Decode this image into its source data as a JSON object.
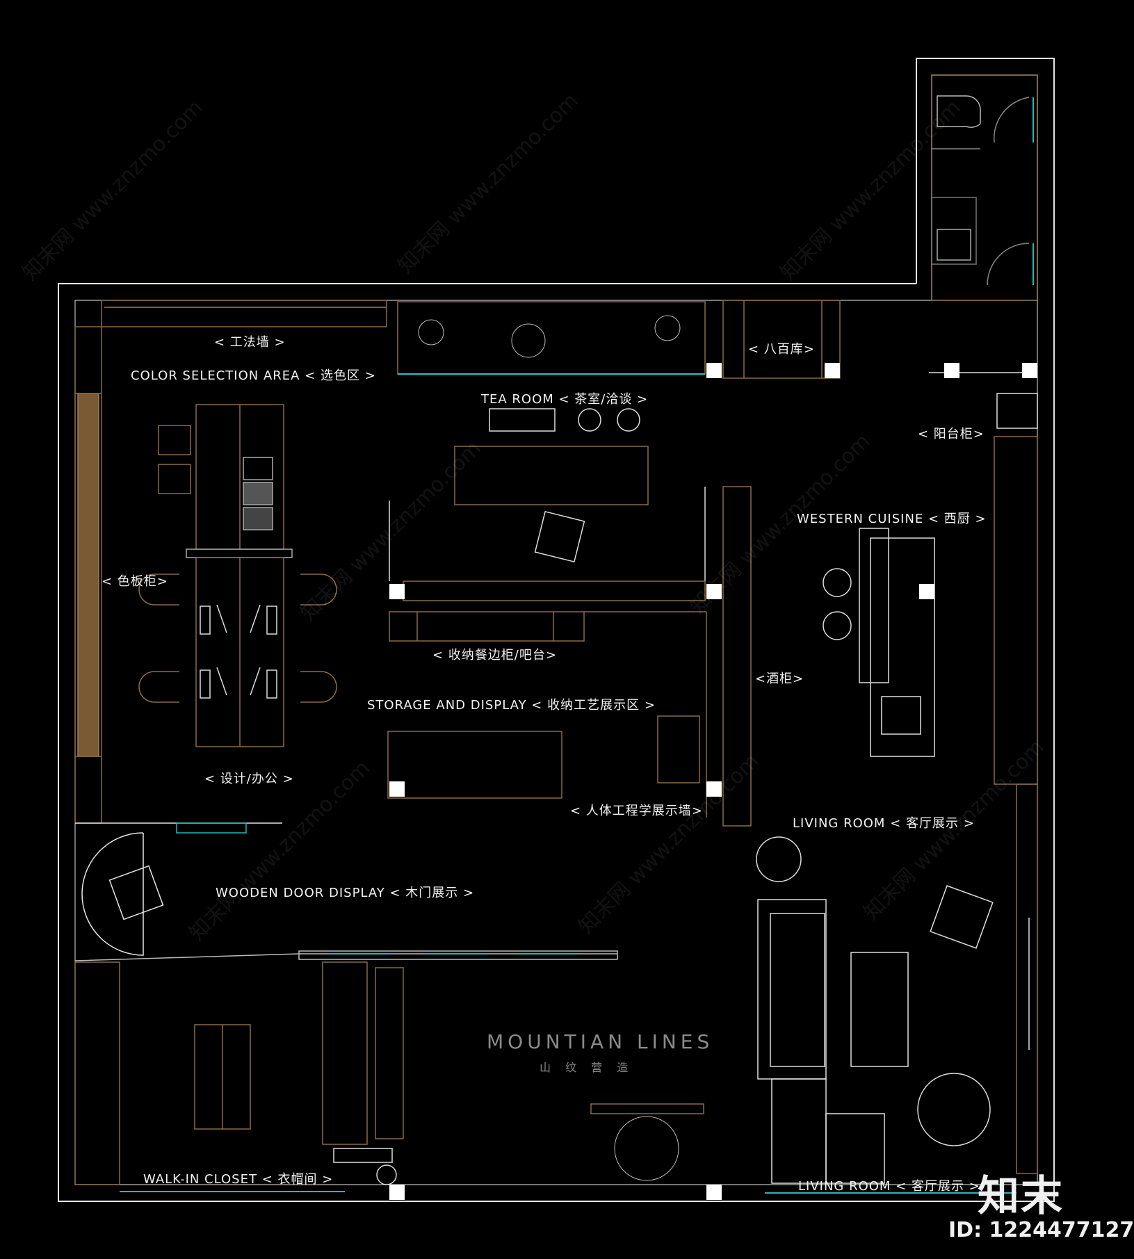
{
  "plan": {
    "labels": {
      "craft_wall": "< 工法墙 >",
      "color_selection": "COLOR SELECTION AREA   < 选色区 >",
      "color_board_cabinet": "< 色板柜>",
      "design_office": "< 设计/办公 >",
      "tea_room": "TEA ROOM < 茶室/洽谈 >",
      "baibai_store": "< 八百库>",
      "balcony_cabinet": "< 阳台柜>",
      "western_cuisine": "WESTERN CUISINE < 西厨 >",
      "storage_sideboard": "< 收纳餐边柜/吧台>",
      "wine_cabinet": "<酒柜>",
      "storage_display": "STORAGE AND DISPLAY < 收纳工艺展示区 >",
      "ergonomic_wall": "< 人体工程学展示墙>",
      "living_room_top": "LIVING ROOM   < 客厅展示 >",
      "wooden_door": "WOODEN DOOR DISPLAY < 木门展示 >",
      "walk_in_closet": "WALK-IN CLOSET   < 衣帽间 >",
      "living_room_bottom": "LIVING ROOM   < 客厅展示 >"
    },
    "brand": {
      "name": "MOUNTIAN LINES",
      "sub": "山   纹   营   造"
    },
    "watermark": {
      "logo": "知末",
      "id": "ID: 1224477127",
      "text": "知末网 www.znzmo.com"
    },
    "colors": {
      "wall": "#e6e6e6",
      "furniture": "#8a6a45",
      "glass": "#2fb3b3",
      "background": "#000000"
    }
  }
}
